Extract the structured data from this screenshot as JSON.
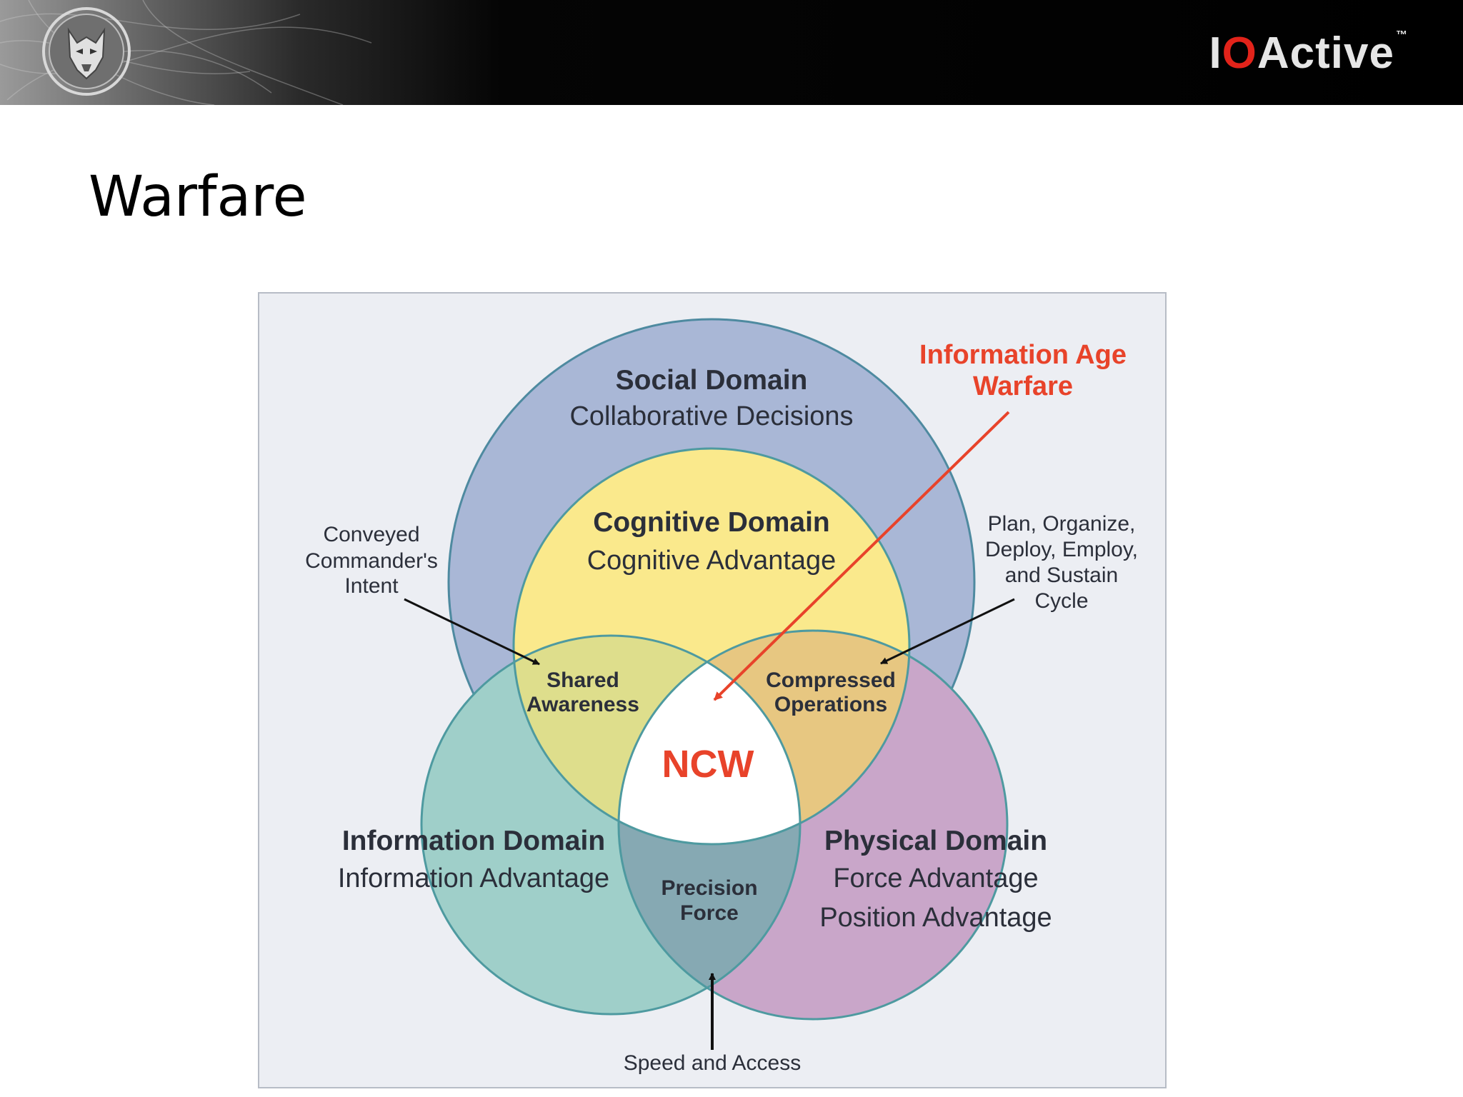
{
  "header": {
    "brand_left": "I",
    "brand_o": "O",
    "brand_rest": "Active",
    "brand_tm": "™",
    "logo_icon": "knight-mask-logo-icon"
  },
  "slide": {
    "title": "Warfare"
  },
  "diagram": {
    "social": {
      "title": "Social Domain",
      "subtitle": "Collaborative Decisions",
      "color": "#a9b7d6"
    },
    "cognitive": {
      "title": "Cognitive Domain",
      "subtitle": "Cognitive Advantage",
      "color": "#fae98c"
    },
    "information": {
      "title": "Information Domain",
      "subtitle": "Information Advantage",
      "color": "#9fcfc9"
    },
    "physical": {
      "title": "Physical Domain",
      "line1": "Force Advantage",
      "line2": "Position Advantage",
      "color": "#c9a6c9"
    },
    "shared": {
      "line1": "Shared",
      "line2": "Awareness"
    },
    "compressed": {
      "line1": "Compressed",
      "line2": "Operations"
    },
    "precision": {
      "line1": "Precision",
      "line2": "Force"
    },
    "center": {
      "label": "NCW",
      "color": "#e8432a"
    },
    "annotations": {
      "info_age": {
        "line1": "Information Age",
        "line2": "Warfare"
      },
      "conveyed": {
        "line1": "Conveyed",
        "line2": "Commander's",
        "line3": "Intent"
      },
      "plan": {
        "line1": "Plan, Organize,",
        "line2": "Deploy, Employ,",
        "line3": "and Sustain",
        "line4": "Cycle"
      },
      "speed": "Speed and Access"
    }
  }
}
